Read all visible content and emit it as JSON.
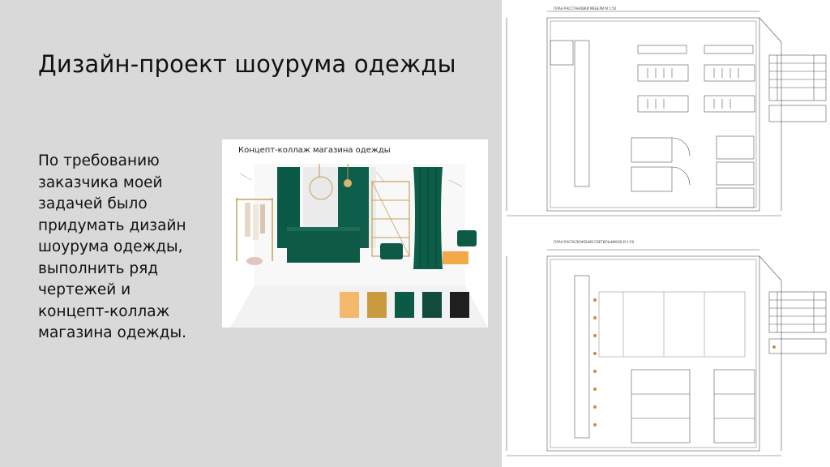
{
  "slide": {
    "title": "Дизайн-проект шоурума одежды",
    "body": "По требованию заказчика моей задачей было придумать дизайн шоурума одежды, выполнить ряд чертежей и концепт-коллаж магазина одежды."
  },
  "collage": {
    "title": "Концепт-коллаж магазина одежды",
    "palette": [
      "#f3b96c",
      "#c99a3e",
      "#0b5a47",
      "#104b3c",
      "#1f1f1f"
    ]
  },
  "drawings": {
    "plan1_caption": "ПЛАН РАССТАНОВКИ МЕБЕЛИ М 1:50",
    "plan2_caption": "ПЛАН РАСПОЛОЖЕНИЯ СВЕТИЛЬНИКОВ М 1:50"
  }
}
